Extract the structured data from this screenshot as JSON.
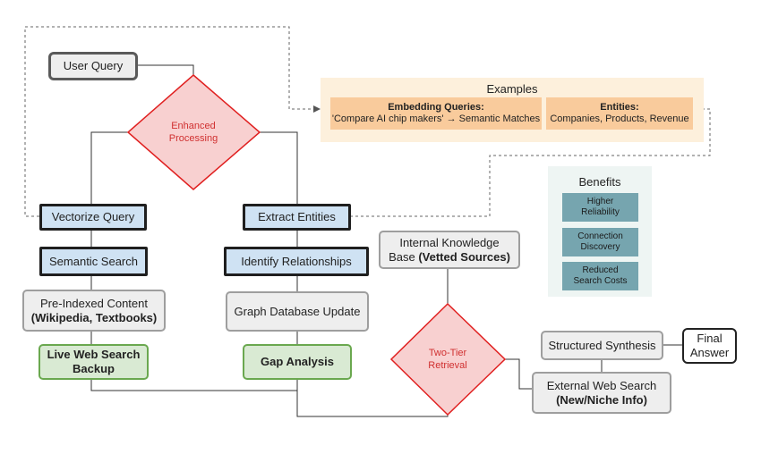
{
  "nodes": {
    "user_query": "User Query",
    "enhanced_processing": [
      "Enhanced",
      "Processing"
    ],
    "vectorize_query": "Vectorize Query",
    "semantic_search": "Semantic Search",
    "pre_indexed_line1": "Pre-Indexed Content",
    "pre_indexed_line2": "(Wikipedia, Textbooks)",
    "live_web_line1": "Live Web Search",
    "live_web_line2": "Backup",
    "extract_entities": "Extract Entities",
    "identify_relationships": "Identify Relationships",
    "graph_db_update": "Graph Database Update",
    "gap_analysis": "Gap Analysis",
    "internal_kb_line1": "Internal Knowledge",
    "internal_kb_line2_plain": "Base ",
    "internal_kb_line2_bold": "(Vetted Sources)",
    "two_tier": [
      "Two-Tier",
      "Retrieval"
    ],
    "structured_synthesis": "Structured Synthesis",
    "final_answer_line1": "Final",
    "final_answer_line2": "Answer",
    "external_web_line1": "External Web Search",
    "external_web_line2": "(New/Niche Info)"
  },
  "examples": {
    "title": "Examples",
    "embedding_title": "Embedding Queries:",
    "embedding_text": "'Compare AI chip makers' → Semantic Matches",
    "entities_title": "Entities:",
    "entities_text": "Companies, Products, Revenue"
  },
  "benefits": {
    "title": "Benefits",
    "items": [
      {
        "line1": "Higher",
        "line2": "Reliability"
      },
      {
        "line1": "Connection",
        "line2": "Discovery"
      },
      {
        "line1": "Reduced",
        "line2": "Search Costs"
      }
    ]
  },
  "colors": {
    "diamond_fill": "#f8d0d0",
    "diamond_stroke": "#e02020",
    "blue_box": "#cfe2f3",
    "green_border": "#6aa84f",
    "examples_bg": "#fdf0dc",
    "examples_cell": "#f9cb9c",
    "benefits_bg": "#eef5f3",
    "benefits_item": "#76a5af"
  }
}
